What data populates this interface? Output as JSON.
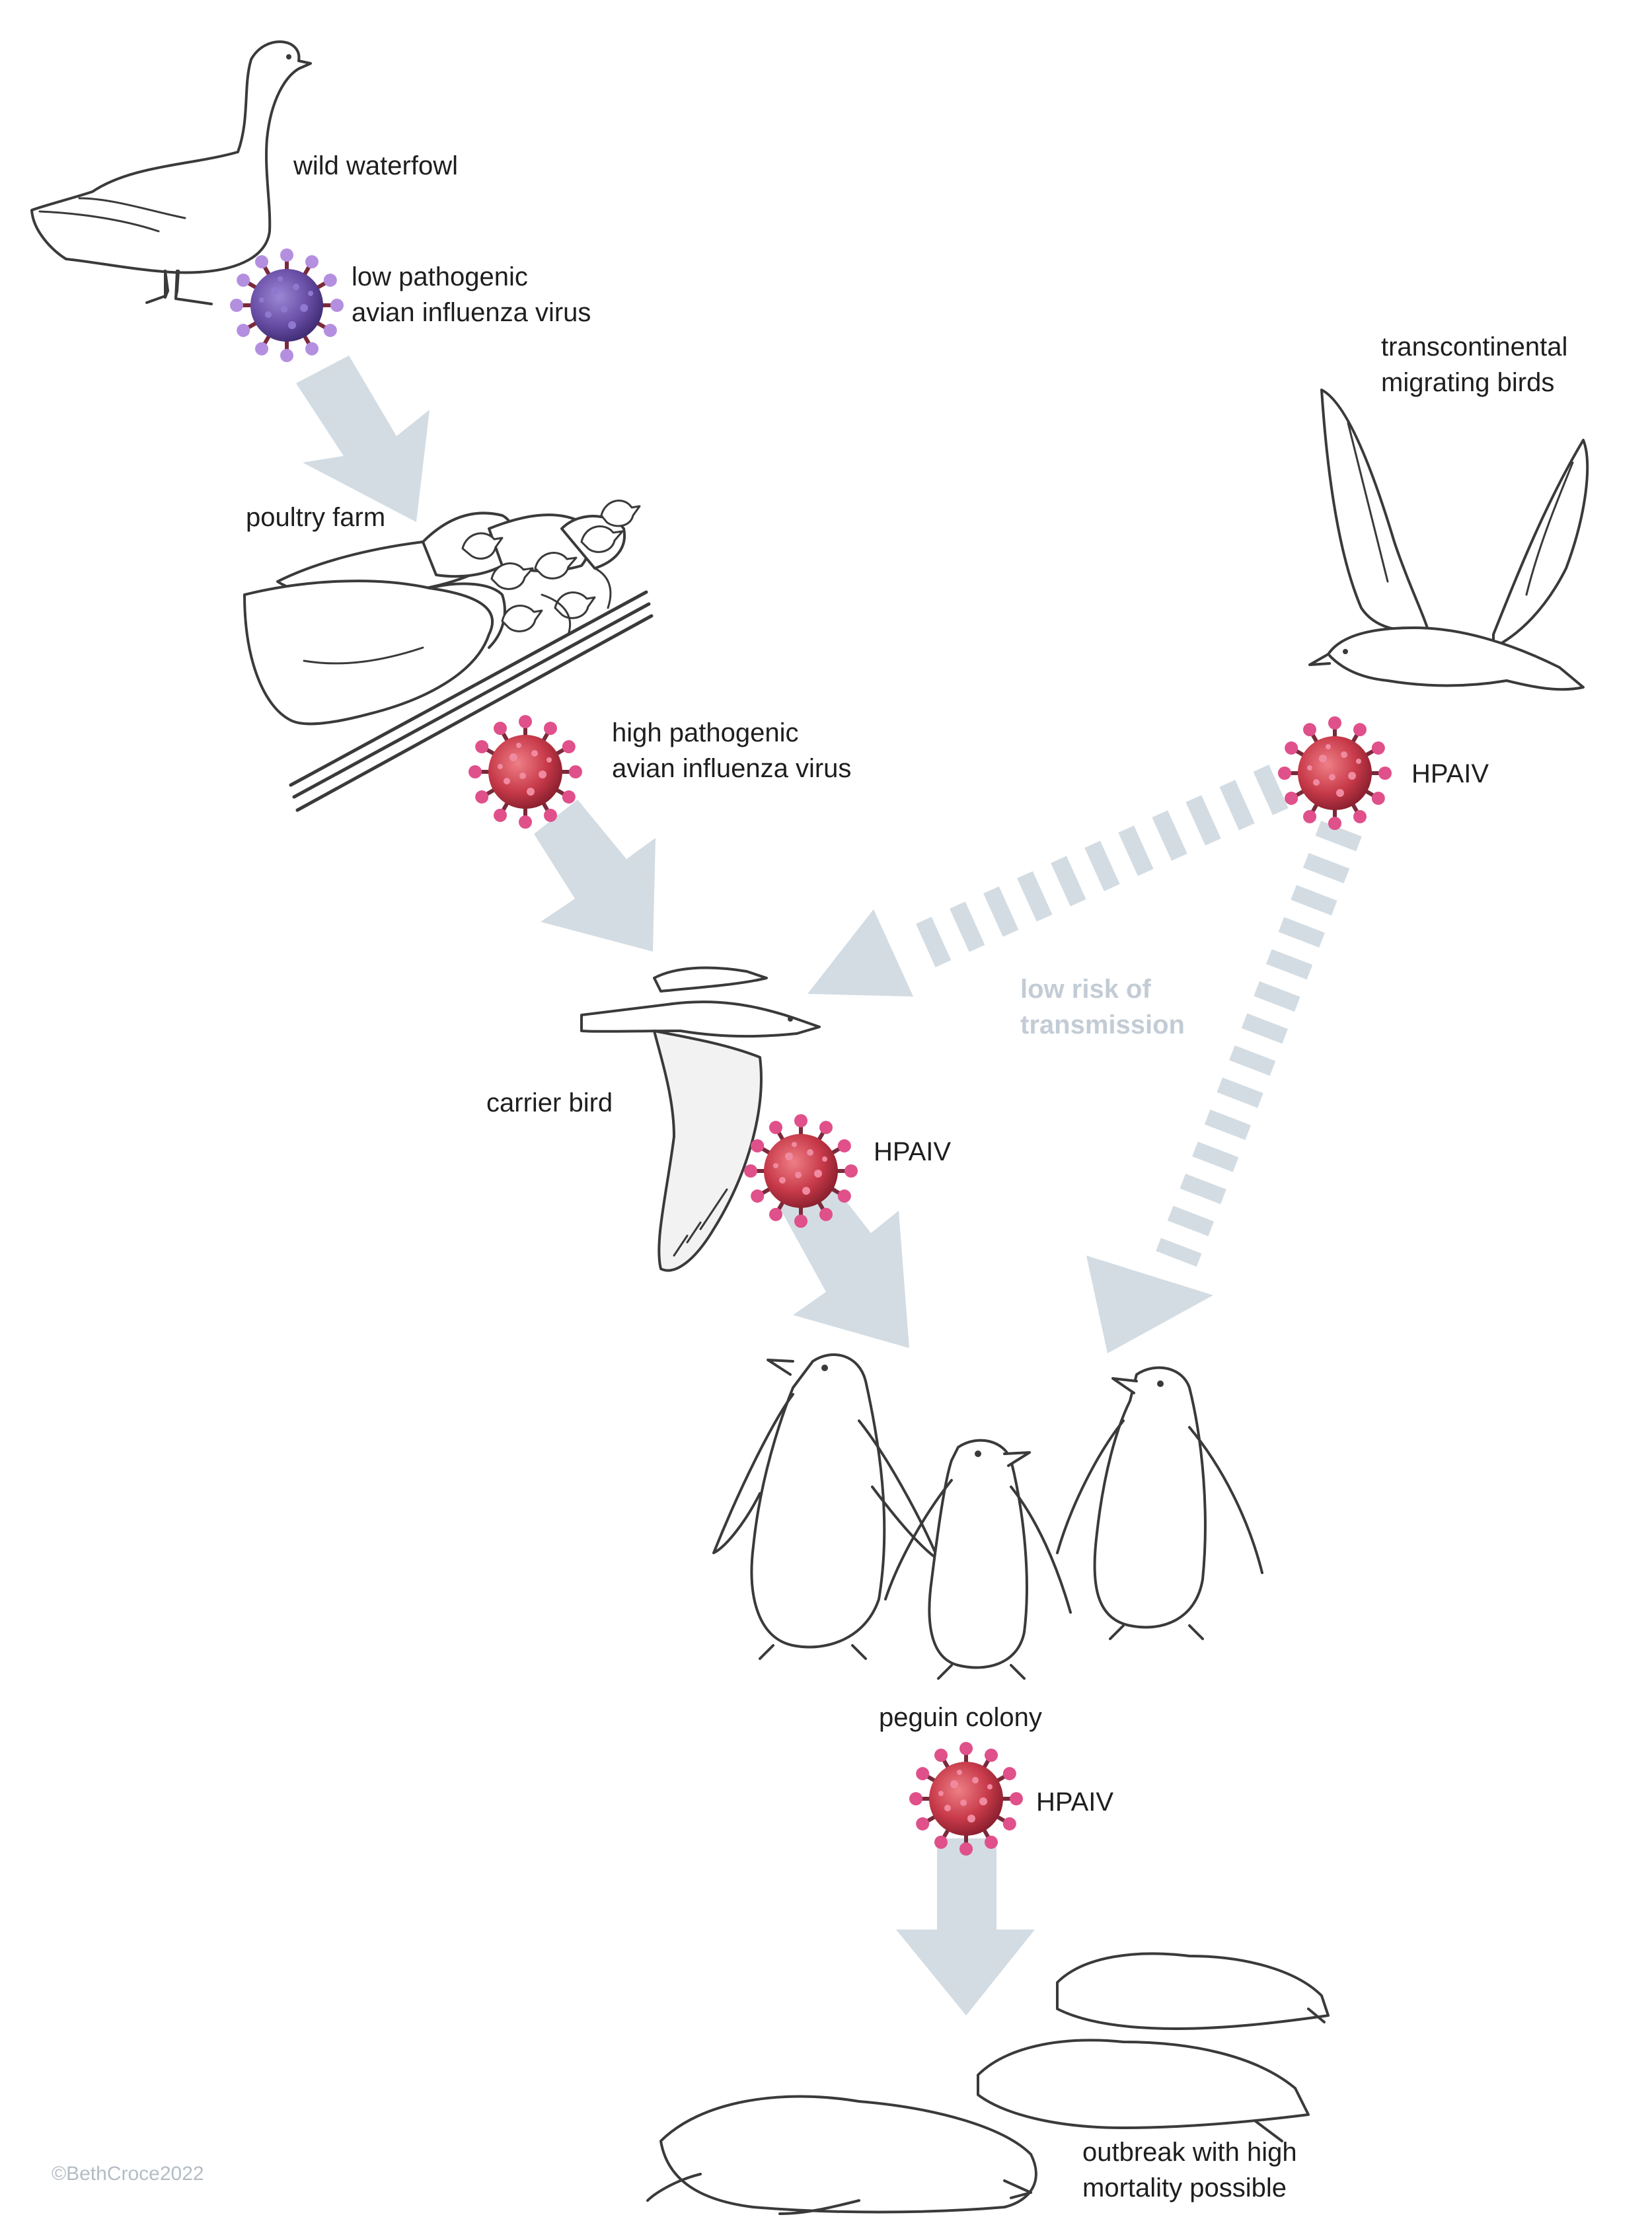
{
  "labels": {
    "wild_waterfowl": "wild waterfowl",
    "lpai_line1": "low pathogenic",
    "lpai_line2": "avian influenza virus",
    "poultry_farm": "poultry farm",
    "hpai_line1": "high pathogenic",
    "hpai_line2": "avian influenza virus",
    "migrating_line1": "transcontinental",
    "migrating_line2": "migrating birds",
    "hpaiv_migrating": "HPAIV",
    "low_risk_line1": "low risk of",
    "low_risk_line2": "transmission",
    "carrier_bird": "carrier bird",
    "hpaiv_carrier": "HPAIV",
    "penguin_colony": "peguin colony",
    "hpaiv_colony": "HPAIV",
    "outbreak_line1": "outbreak with high",
    "outbreak_line2": "mortality possible",
    "copyright": "©BethCroce2022"
  },
  "colors": {
    "arrow": "#d3dce3",
    "lpai_virus": "#6a4fa6",
    "hpai_virus": "#c83a4a",
    "spike_tip": "#e0508a",
    "ink": "#3a3a3a"
  },
  "icons": [
    "goose-icon",
    "chickens-icon",
    "albatross-icon",
    "gull-icon",
    "penguins-icon",
    "dead-penguins-icon",
    "virus-icon"
  ]
}
